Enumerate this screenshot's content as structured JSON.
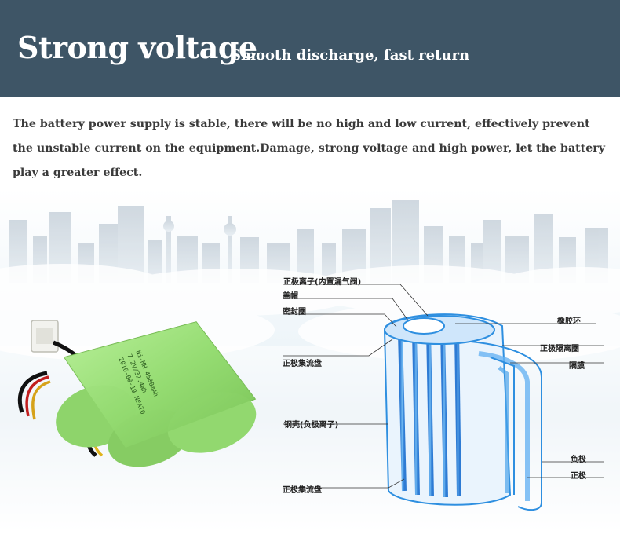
{
  "banner": {
    "title": "Strong voltage",
    "subtitle": "Smooth discharge, fast return",
    "background": "#3e5566"
  },
  "description": "The battery power supply is stable, there will be no high and low current, effectively prevent the unstable current on the equipment.Damage, strong voltage and high power, let the battery play a greater effect.",
  "battery": {
    "color": "#9be07a",
    "label_lines": [
      "Ni-MH 4500mAh",
      "7.2V/32.4Wh",
      "2016-08-19 NEATO"
    ]
  },
  "diagram": {
    "accent": "#2e8fe0",
    "labels": {
      "positive_ion": "正极离子(内置漏气阀)",
      "cap": "盖帽",
      "seal_ring": "密封圈",
      "rubber_ring": "橡胶环",
      "positive_collector_top": "正极集流盘",
      "positive_separator_ring": "正极隔离圈",
      "separator": "隔膜",
      "steel_shell": "钢壳(负极离子)",
      "negative": "负极",
      "positive": "正极",
      "positive_collector_bottom": "正极集流盘"
    }
  }
}
